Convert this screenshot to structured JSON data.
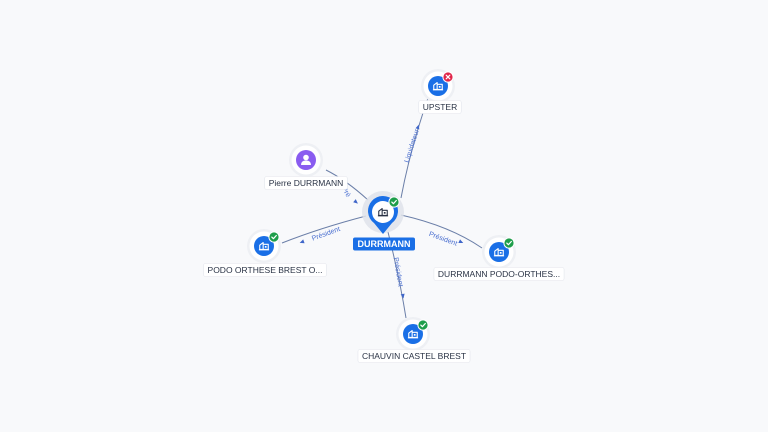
{
  "colors": {
    "edge": "#6b7fa8",
    "edge_label": "#4a6fd0",
    "company_icon": "#1a6fe6",
    "person_icon": "#8a5cf0",
    "status_active": "#1e9e4a",
    "status_closed": "#e0264a"
  },
  "nodes": [
    {
      "id": "durrmann",
      "label": "DURRMANN",
      "kind": "company",
      "role": "center",
      "status": "active",
      "icon": "building-icon"
    },
    {
      "id": "upster",
      "label": "UPSTER",
      "kind": "company",
      "role": "leaf",
      "status": "closed",
      "icon": "building-icon"
    },
    {
      "id": "pierre",
      "label": "Pierre DURRMANN",
      "kind": "person",
      "role": "leaf",
      "status": "none",
      "icon": "person-icon"
    },
    {
      "id": "podo",
      "label": "PODO ORTHESE BREST O...",
      "kind": "company",
      "role": "leaf",
      "status": "active",
      "icon": "building-icon"
    },
    {
      "id": "durrpodo",
      "label": "DURRMANN PODO-ORTHES...",
      "kind": "company",
      "role": "leaf",
      "status": "active",
      "icon": "building-icon"
    },
    {
      "id": "chauvin",
      "label": "CHAUVIN CASTEL BREST",
      "kind": "company",
      "role": "leaf",
      "status": "active",
      "icon": "building-icon"
    }
  ],
  "edges": [
    {
      "from": "durrmann",
      "to": "upster",
      "label": "Liquidateur"
    },
    {
      "from": "pierre",
      "to": "durrmann",
      "label": "Pré"
    },
    {
      "from": "durrmann",
      "to": "podo",
      "label": "Président"
    },
    {
      "from": "durrmann",
      "to": "durrpodo",
      "label": "Président"
    },
    {
      "from": "durrmann",
      "to": "chauvin",
      "label": "Président"
    }
  ]
}
